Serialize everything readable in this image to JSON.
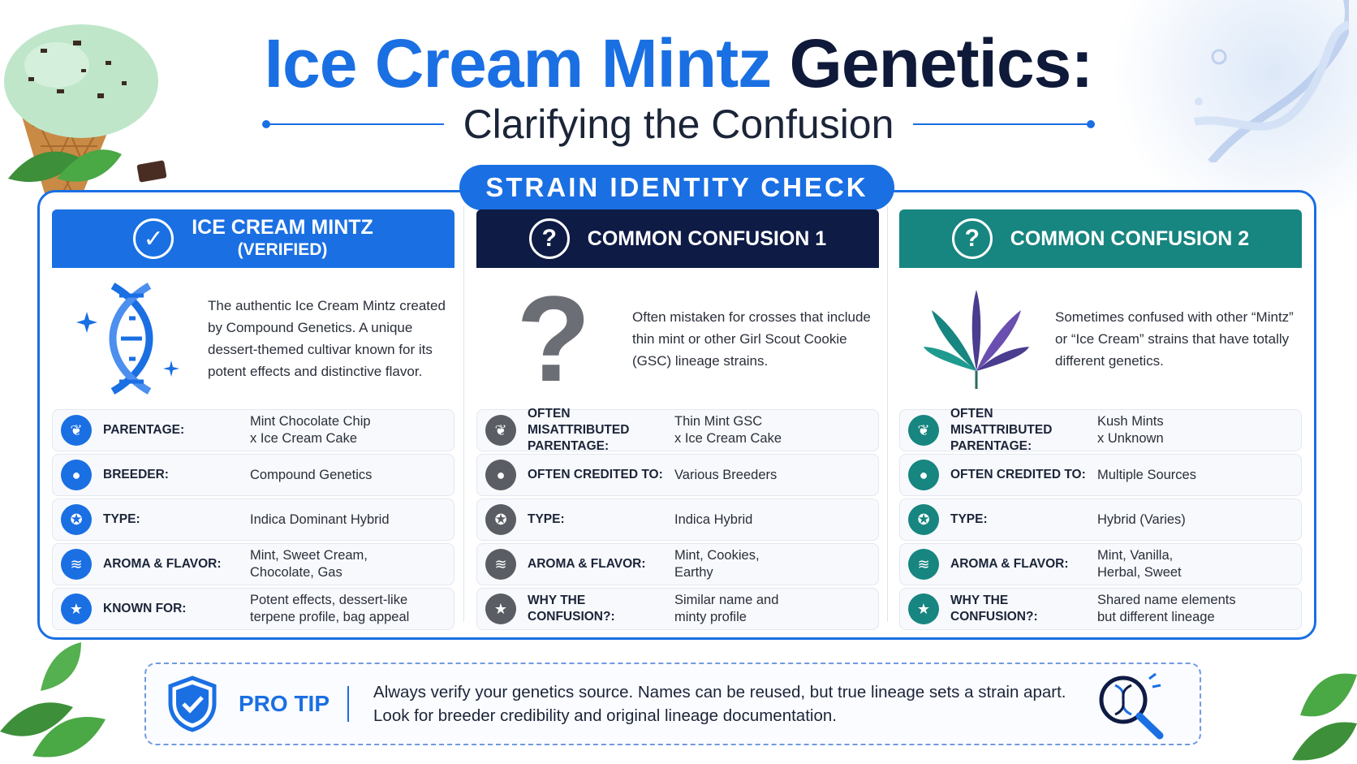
{
  "header": {
    "title_blue": "Ice Cream Mintz",
    "title_dark": "Genetics:",
    "subtitle": "Clarifying the Confusion"
  },
  "badge": "STRAIN IDENTITY CHECK",
  "columns": [
    {
      "title": "ICE CREAM MINTZ",
      "subtitle": "(VERIFIED)",
      "head_icon": "check-circle-icon",
      "description": "The authentic Ice Cream Mintz created by Compound Genetics. A unique dessert-themed cultivar known for its potent effects and distinctive flavor.",
      "art": "dna-icon",
      "rows": [
        {
          "icon": "leaf-icon",
          "label": "PARENTAGE:",
          "value": "Mint Chocolate Chip\nx Ice Cream Cake"
        },
        {
          "icon": "person-icon",
          "label": "BREEDER:",
          "value": "Compound Genetics"
        },
        {
          "icon": "award-icon",
          "label": "TYPE:",
          "value": "Indica Dominant Hybrid"
        },
        {
          "icon": "aroma-icon",
          "label": "AROMA & FLAVOR:",
          "value": "Mint, Sweet Cream,\nChocolate, Gas"
        },
        {
          "icon": "star-icon",
          "label": "KNOWN FOR:",
          "value": "Potent effects, dessert-like\nterpene profile, bag appeal"
        }
      ]
    },
    {
      "title": "COMMON CONFUSION 1",
      "subtitle": "",
      "head_icon": "question-circle-icon",
      "description": "Often mistaken for crosses that include thin mint or other Girl Scout Cookie (GSC) lineage strains.",
      "art": "question-mark-icon",
      "rows": [
        {
          "icon": "leaf-icon",
          "label": "OFTEN MISATTRIBUTED PARENTAGE:",
          "value": "Thin Mint GSC\nx Ice Cream Cake"
        },
        {
          "icon": "person-icon",
          "label": "OFTEN CREDITED TO:",
          "value": "Various Breeders"
        },
        {
          "icon": "award-icon",
          "label": "TYPE:",
          "value": "Indica Hybrid"
        },
        {
          "icon": "aroma-icon",
          "label": "AROMA & FLAVOR:",
          "value": "Mint, Cookies,\nEarthy"
        },
        {
          "icon": "star-icon",
          "label": "WHY THE CONFUSION?:",
          "value": "Similar name and\nminty profile"
        }
      ]
    },
    {
      "title": "COMMON CONFUSION 2",
      "subtitle": "",
      "head_icon": "question-circle-icon",
      "description": "Sometimes confused with other “Mintz” or “Ice Cream” strains that have totally different genetics.",
      "art": "cannabis-leaf-icon",
      "rows": [
        {
          "icon": "leaf-icon",
          "label": "OFTEN MISATTRIBUTED PARENTAGE:",
          "value": "Kush Mints\nx Unknown"
        },
        {
          "icon": "person-icon",
          "label": "OFTEN CREDITED TO:",
          "value": "Multiple Sources"
        },
        {
          "icon": "award-icon",
          "label": "TYPE:",
          "value": "Hybrid (Varies)"
        },
        {
          "icon": "aroma-icon",
          "label": "AROMA & FLAVOR:",
          "value": "Mint, Vanilla,\nHerbal, Sweet"
        },
        {
          "icon": "star-icon",
          "label": "WHY THE CONFUSION?:",
          "value": "Shared name elements\nbut different lineage"
        }
      ]
    }
  ],
  "pro_tip": {
    "label": "PRO TIP",
    "text": "Always verify your genetics source. Names can be reused, but true lineage sets a strain apart. Look for breeder credibility and original lineage documentation."
  },
  "colors": {
    "blue": "#1a6fe3",
    "navy": "#0e1b45",
    "teal": "#178580",
    "gray": "#5a5d63"
  }
}
